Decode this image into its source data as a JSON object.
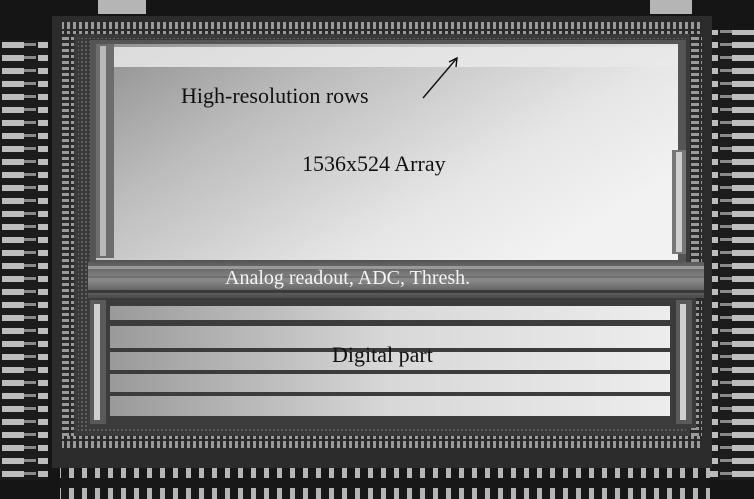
{
  "image": {
    "kind": "grayscale micrograph of an image-sensor chip die",
    "regions": {
      "high_resolution_rows": "High-resolution rows",
      "pixel_array": "1536x524 Array",
      "analog_section": "Analog readout, ADC, Thresh.",
      "digital_section": "Digital part"
    }
  }
}
